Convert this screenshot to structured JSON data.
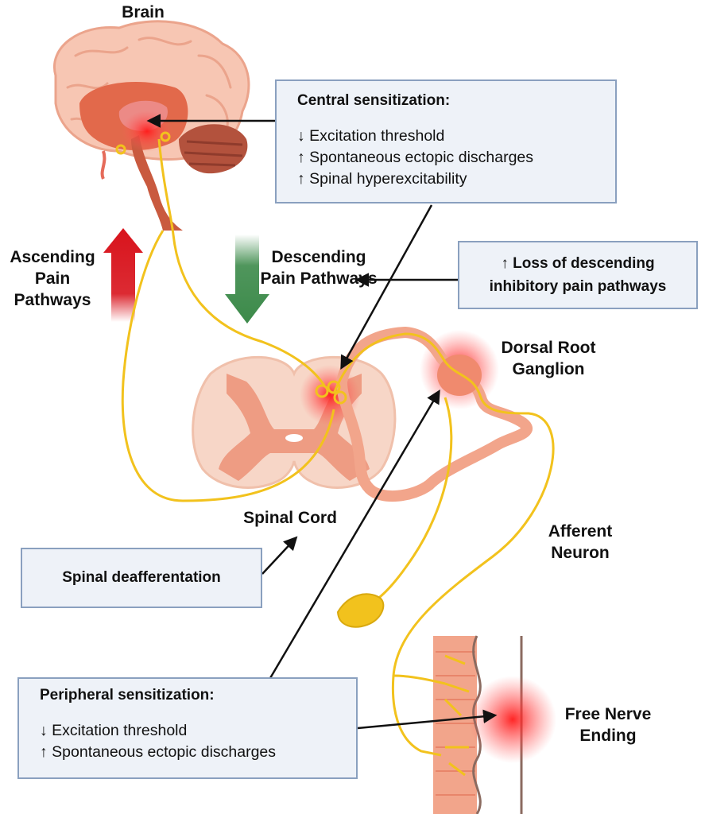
{
  "labels": {
    "brain": "Brain",
    "ascending": "Ascending Pain Pathways",
    "descending": "Descending Pain Pathways",
    "drg": "Dorsal Root Ganglion",
    "spinal_cord": "Spinal Cord",
    "afferent": "Afferent Neuron",
    "free_nerve": "Free Nerve Ending"
  },
  "boxes": {
    "central": {
      "title": "Central sensitization:",
      "lines": [
        "↓  Excitation threshold",
        "↑  Spontaneous ectopic discharges",
        "↑  Spinal hyperexcitability"
      ]
    },
    "descending_loss": {
      "lines": [
        "↑ Loss of descending",
        "inhibitory pain pathways"
      ]
    },
    "deafferentation": {
      "text": "Spinal deafferentation"
    },
    "peripheral": {
      "title": "Peripheral sensitization:",
      "lines": [
        "↓  Excitation threshold",
        "↑  Spontaneous ectopic discharges"
      ]
    }
  },
  "colors": {
    "ascending_arrow": "#d8131c",
    "descending_arrow": "#3c8a4a",
    "nerve": "#f2c21d",
    "tissue": "#f2a58b",
    "box_fill": "#eef2f8",
    "box_border": "#8aa0bf"
  }
}
